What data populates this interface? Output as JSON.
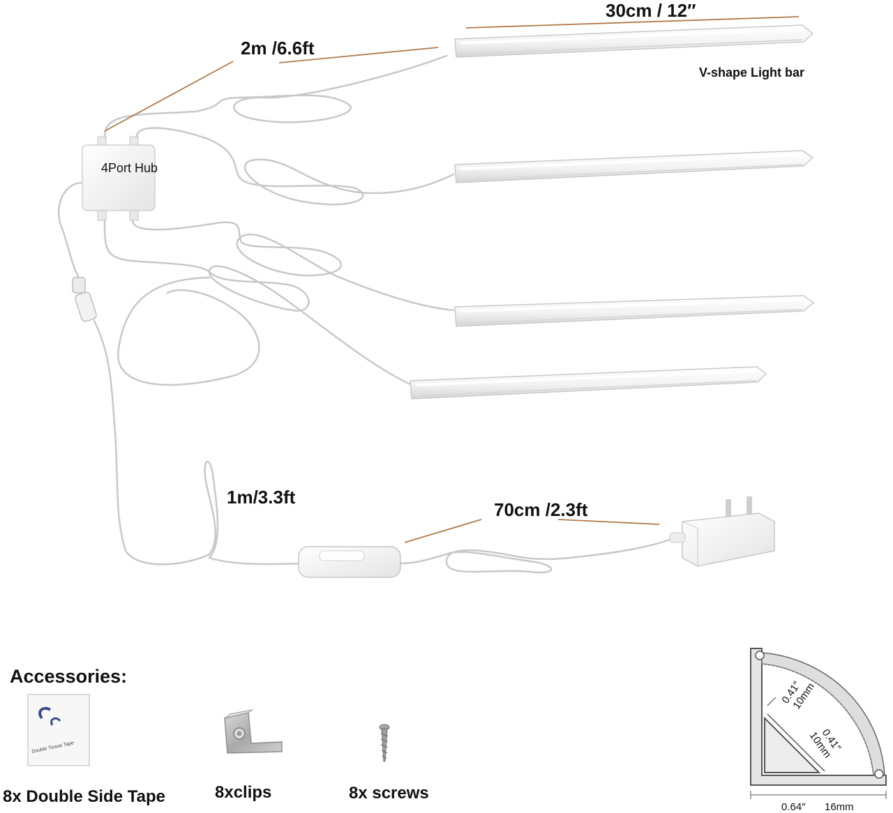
{
  "labels": {
    "bar_length": "30cm  /  12″",
    "hub_cable": "2m /6.6ft",
    "light_bar": "V-shape Light bar",
    "hub": "4Port Hub",
    "switch_cable": "1m/3.3ft",
    "adapter_cable": "70cm /2.3ft"
  },
  "accessories": {
    "title": "Accessories:",
    "tape": "8x Double Side Tape",
    "clips": "8xclips",
    "screws": "8x screws",
    "tape_print": "Double Tissue Tape"
  },
  "profile": {
    "depth_in_1": "0.41″",
    "depth_mm_1": "10mm",
    "depth_in_2": "0.41″",
    "depth_mm_2": "10mm",
    "width_in": "0.64″",
    "width_mm": "16mm"
  },
  "colors": {
    "bar_fill": "#f4f4f4",
    "bar_edge": "#c9c9c9",
    "cable": "#c8c8c8",
    "dimension_line": "#b07a4a",
    "text": "#111111"
  }
}
